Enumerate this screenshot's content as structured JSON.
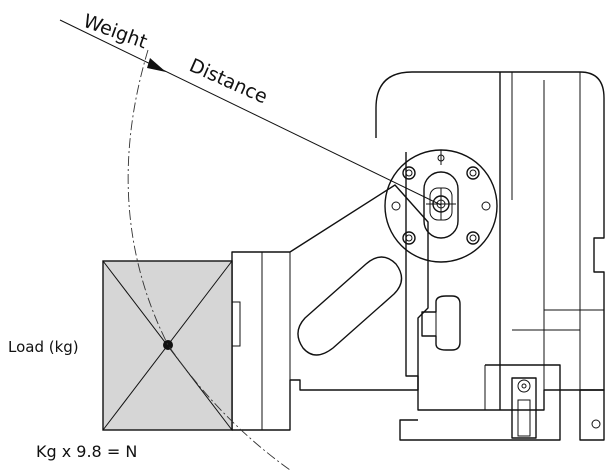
{
  "labels": {
    "weight": "Weight",
    "distance": "Distance",
    "load": "Load (kg)",
    "formula": "Kg x 9.8 = N"
  },
  "colors": {
    "ink": "#111111",
    "load_fill": "#d6d6d6",
    "background": "#ffffff"
  }
}
